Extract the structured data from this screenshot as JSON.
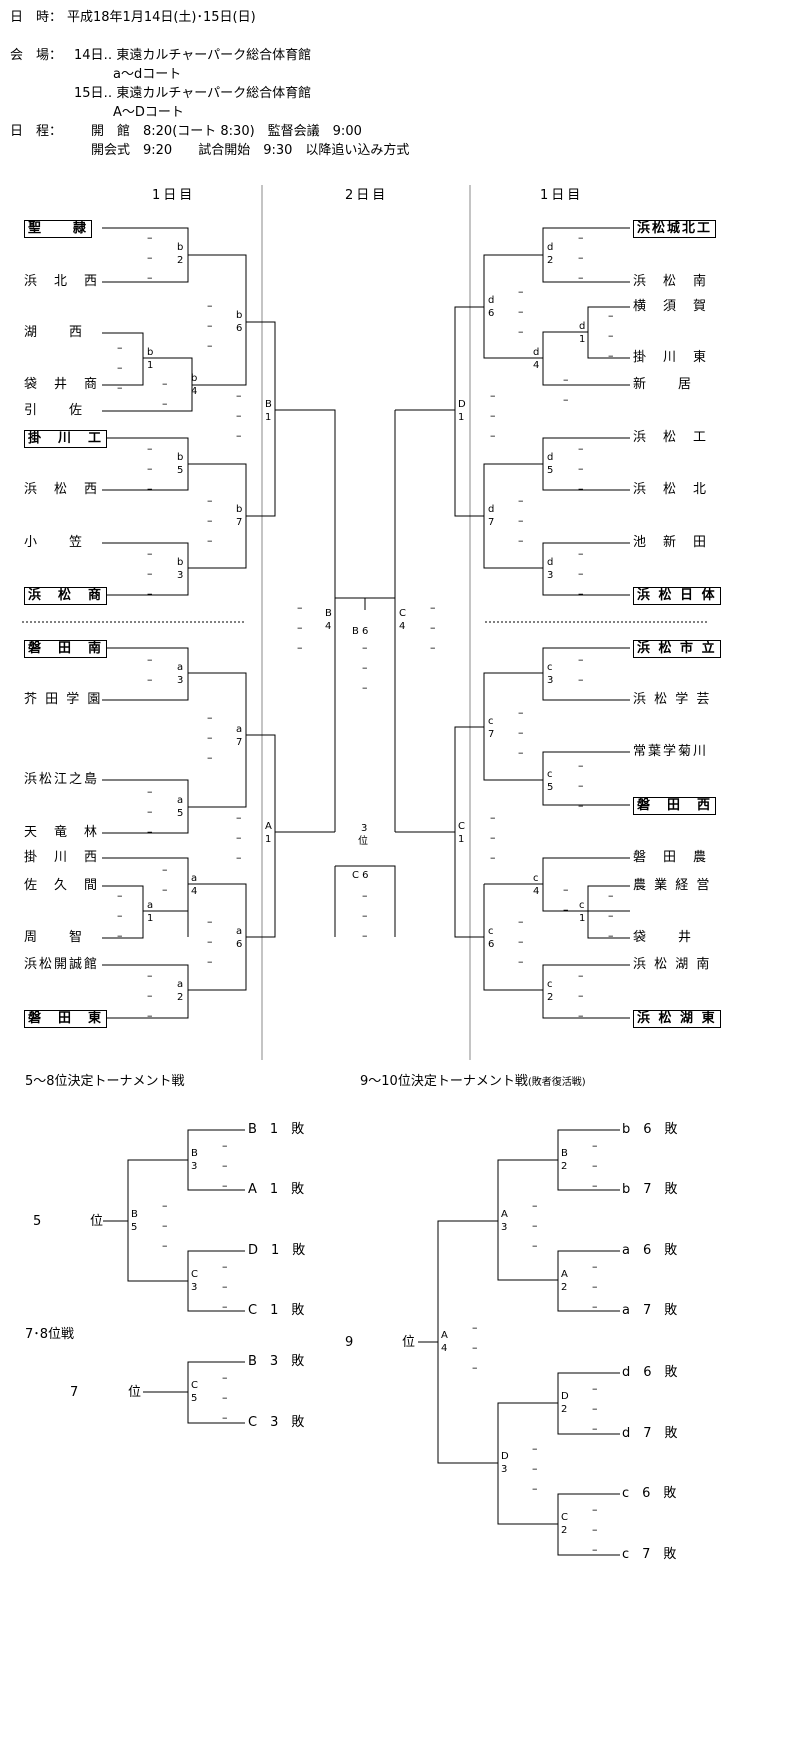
{
  "header": {
    "date_label": "日　時：",
    "date_value": "平成18年1月14日(土)･15日(日)",
    "venue_label": "会　場：",
    "venue_line1": "14日‥ 東遠カルチャーパーク総合体育館",
    "venue_line2": "a～dコート",
    "venue_line3": "15日‥ 東遠カルチャーパーク総合体育館",
    "venue_line4": "A～Dコート",
    "schedule_label": "日　程：",
    "schedule_line1": "開　館　8:20(コート 8:30)　監督会議　9:00",
    "schedule_line2": "開会式　9:20　　試合開始　9:30　以降追い込み方式"
  },
  "columns": {
    "day1_left": "1日目",
    "day2": "2日目",
    "day1_right": "1日目"
  },
  "left_teams": [
    {
      "name": "聖　　隷",
      "seeded": true
    },
    {
      "name": "浜　北　西",
      "seeded": false
    },
    {
      "name": "湖　　西",
      "seeded": false
    },
    {
      "name": "袋　井　商",
      "seeded": false
    },
    {
      "name": "引　　佐",
      "seeded": false
    },
    {
      "name": "掛　川　工",
      "seeded": true
    },
    {
      "name": "浜　松　西",
      "seeded": false
    },
    {
      "name": "小　　笠",
      "seeded": false
    },
    {
      "name": "浜　松　商",
      "seeded": true
    },
    {
      "name": "磐　田　南",
      "seeded": true
    },
    {
      "name": "芥 田 学 園",
      "seeded": false
    },
    {
      "name": "浜松江之島",
      "seeded": false
    },
    {
      "name": "天　竜　林",
      "seeded": false
    },
    {
      "name": "掛　川　西",
      "seeded": false
    },
    {
      "name": "佐　久　間",
      "seeded": false
    },
    {
      "name": "周　　智",
      "seeded": false
    },
    {
      "name": "浜松開誠館",
      "seeded": false
    },
    {
      "name": "磐　田　東",
      "seeded": true
    }
  ],
  "right_teams": [
    {
      "name": "浜松城北工",
      "seeded": true
    },
    {
      "name": "浜　松　南",
      "seeded": false
    },
    {
      "name": "横　須　賀",
      "seeded": false
    },
    {
      "name": "掛　川　東",
      "seeded": false
    },
    {
      "name": "新　　居",
      "seeded": false
    },
    {
      "name": "浜　松　工",
      "seeded": false
    },
    {
      "name": "浜　松　北",
      "seeded": false
    },
    {
      "name": "池　新　田",
      "seeded": false
    },
    {
      "name": "浜 松 日 体",
      "seeded": true
    },
    {
      "name": "浜 松 市 立",
      "seeded": true
    },
    {
      "name": "浜 松 学 芸",
      "seeded": false
    },
    {
      "name": "常葉学菊川",
      "seeded": false
    },
    {
      "name": "磐　田　西",
      "seeded": true
    },
    {
      "name": "磐　田　農",
      "seeded": false
    },
    {
      "name": "農 業 経 営",
      "seeded": false
    },
    {
      "name": "袋　　井",
      "seeded": false
    },
    {
      "name": "浜 松 湖 南",
      "seeded": false
    },
    {
      "name": "浜 松 湖 東",
      "seeded": true
    }
  ],
  "match_labels": {
    "b2": [
      "b",
      "2"
    ],
    "b1": [
      "b",
      "1"
    ],
    "b4": [
      "b",
      "4"
    ],
    "b6": [
      "b",
      "6"
    ],
    "b5": [
      "b",
      "5"
    ],
    "b3": [
      "b",
      "3"
    ],
    "b7": [
      "b",
      "7"
    ],
    "B1": [
      "B",
      "1"
    ],
    "B4": [
      "B",
      "4"
    ],
    "B6": "B 6",
    "C4": [
      "C",
      "4"
    ],
    "a3": [
      "a",
      "3"
    ],
    "a7": [
      "a",
      "7"
    ],
    "a5": [
      "a",
      "5"
    ],
    "a4": [
      "a",
      "4"
    ],
    "a1": [
      "a",
      "1"
    ],
    "a6": [
      "a",
      "6"
    ],
    "a2": [
      "a",
      "2"
    ],
    "A1": [
      "A",
      "1"
    ],
    "third": "3",
    "third_pos": "位",
    "C6": "C 6",
    "d2": [
      "d",
      "2"
    ],
    "d6": [
      "d",
      "6"
    ],
    "d1": [
      "d",
      "1"
    ],
    "d4": [
      "d",
      "4"
    ],
    "d5": [
      "d",
      "5"
    ],
    "d7": [
      "d",
      "7"
    ],
    "d3": [
      "d",
      "3"
    ],
    "D1": [
      "D",
      "1"
    ],
    "c3": [
      "c",
      "3"
    ],
    "c7": [
      "c",
      "7"
    ],
    "c5": [
      "c",
      "5"
    ],
    "c4": [
      "c",
      "4"
    ],
    "c1": [
      "c",
      "1"
    ],
    "c6": [
      "c",
      "6"
    ],
    "c2": [
      "c",
      "2"
    ],
    "C1": [
      "C",
      "1"
    ]
  },
  "consolation": {
    "title_5_8": "5～8位決定トーナメント戦",
    "title_9_10": "9～10位決定トーナメント戦",
    "title_9_10_note": "(敗者復活戦)",
    "entries_5_8": [
      "B　1　敗",
      "A　1　敗",
      "D　1　敗",
      "C　1　敗"
    ],
    "m_B3": [
      "B",
      "3"
    ],
    "m_C3": [
      "C",
      "3"
    ],
    "m_B5": [
      "B",
      "5"
    ],
    "fifth_num": "5",
    "fifth_pos": "位",
    "title_7_8": "7･8位戦",
    "entries_7_8": [
      "B　3　敗",
      "C　3　敗"
    ],
    "m_C5": [
      "C",
      "5"
    ],
    "seventh_num": "7",
    "seventh_pos": "位",
    "entries_9_10": [
      "b　6　敗",
      "b　7　敗",
      "a　6　敗",
      "a　7　敗",
      "d　6　敗",
      "d　7　敗",
      "c　6　敗",
      "c　7　敗"
    ],
    "m_B2": [
      "B",
      "2"
    ],
    "m_A2": [
      "A",
      "2"
    ],
    "m_D2": [
      "D",
      "2"
    ],
    "m_C2": [
      "C",
      "2"
    ],
    "m_A3": [
      "A",
      "3"
    ],
    "m_D3": [
      "D",
      "3"
    ],
    "m_A4": [
      "A",
      "4"
    ],
    "ninth_num": "9",
    "ninth_pos": "位"
  }
}
